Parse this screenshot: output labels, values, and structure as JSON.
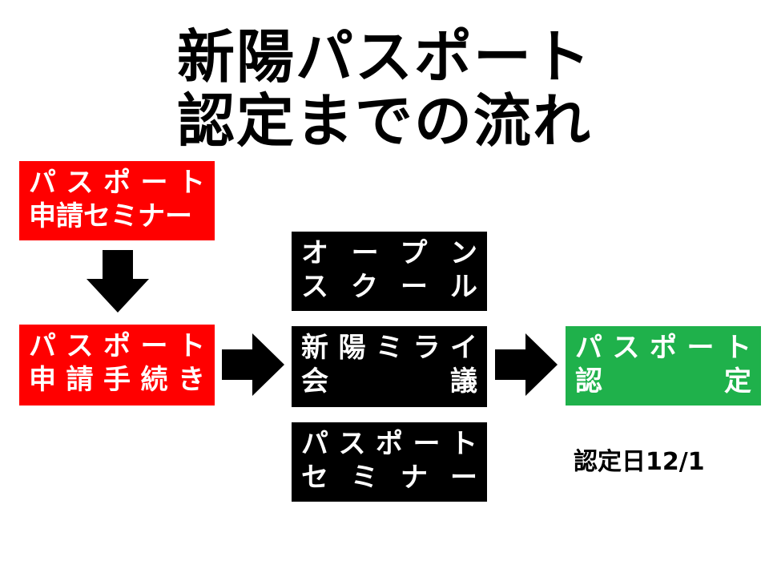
{
  "title": {
    "line1": "新陽パスポート",
    "line2": "認定までの流れ"
  },
  "colors": {
    "red": "#ff0000",
    "black": "#000000",
    "green": "#1fb14b"
  },
  "boxes": {
    "seminar_apply": {
      "line1": "パスポート",
      "line2": "申請セミナー"
    },
    "procedure": {
      "line1": "パスポート",
      "line2": "申請手続き"
    },
    "open_school": {
      "line1": "オープン",
      "line2": "スクール"
    },
    "mirai_meeting": {
      "line1": "新陽ミライ",
      "line2a": "会",
      "line2b": "議"
    },
    "passport_seminar": {
      "line1": "パスポート",
      "line2": "セミナー"
    },
    "certified": {
      "line1": "パスポート",
      "line2a": "認",
      "line2b": "定"
    }
  },
  "certification_date": "認定日12/1"
}
